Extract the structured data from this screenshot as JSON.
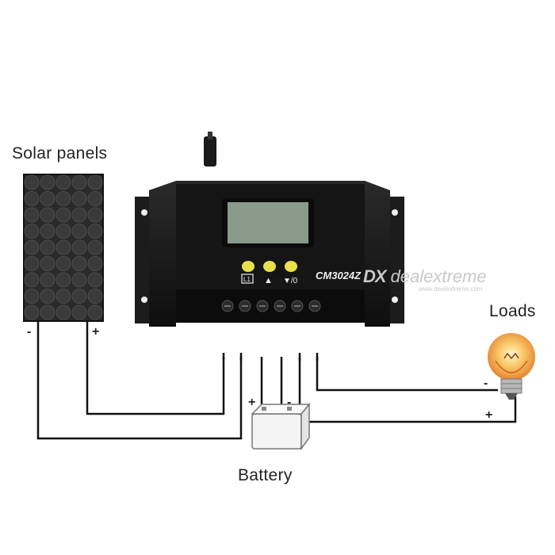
{
  "labels": {
    "solar": "Solar panels",
    "loads": "Loads",
    "battery": "Battery"
  },
  "controller": {
    "model": "CM3024Z",
    "button_icons": [
      "L1",
      "▲",
      "▼/0"
    ]
  },
  "polarity": {
    "panel_neg": "-",
    "panel_pos": "+",
    "battery_pos": "+",
    "battery_neg": "-",
    "load_neg": "-",
    "load_pos": "+"
  },
  "watermark": {
    "logo": "DX",
    "brand": "dealextreme",
    "sub": "www.dealextreme.com"
  },
  "colors": {
    "controller_body": "#1a1a1a",
    "lcd": "#8a9a8a",
    "buttons": "#e8e24a",
    "panel_cell": "#3a3a3a",
    "wire": "#111111",
    "bulb_glow": "#f4a23a"
  }
}
